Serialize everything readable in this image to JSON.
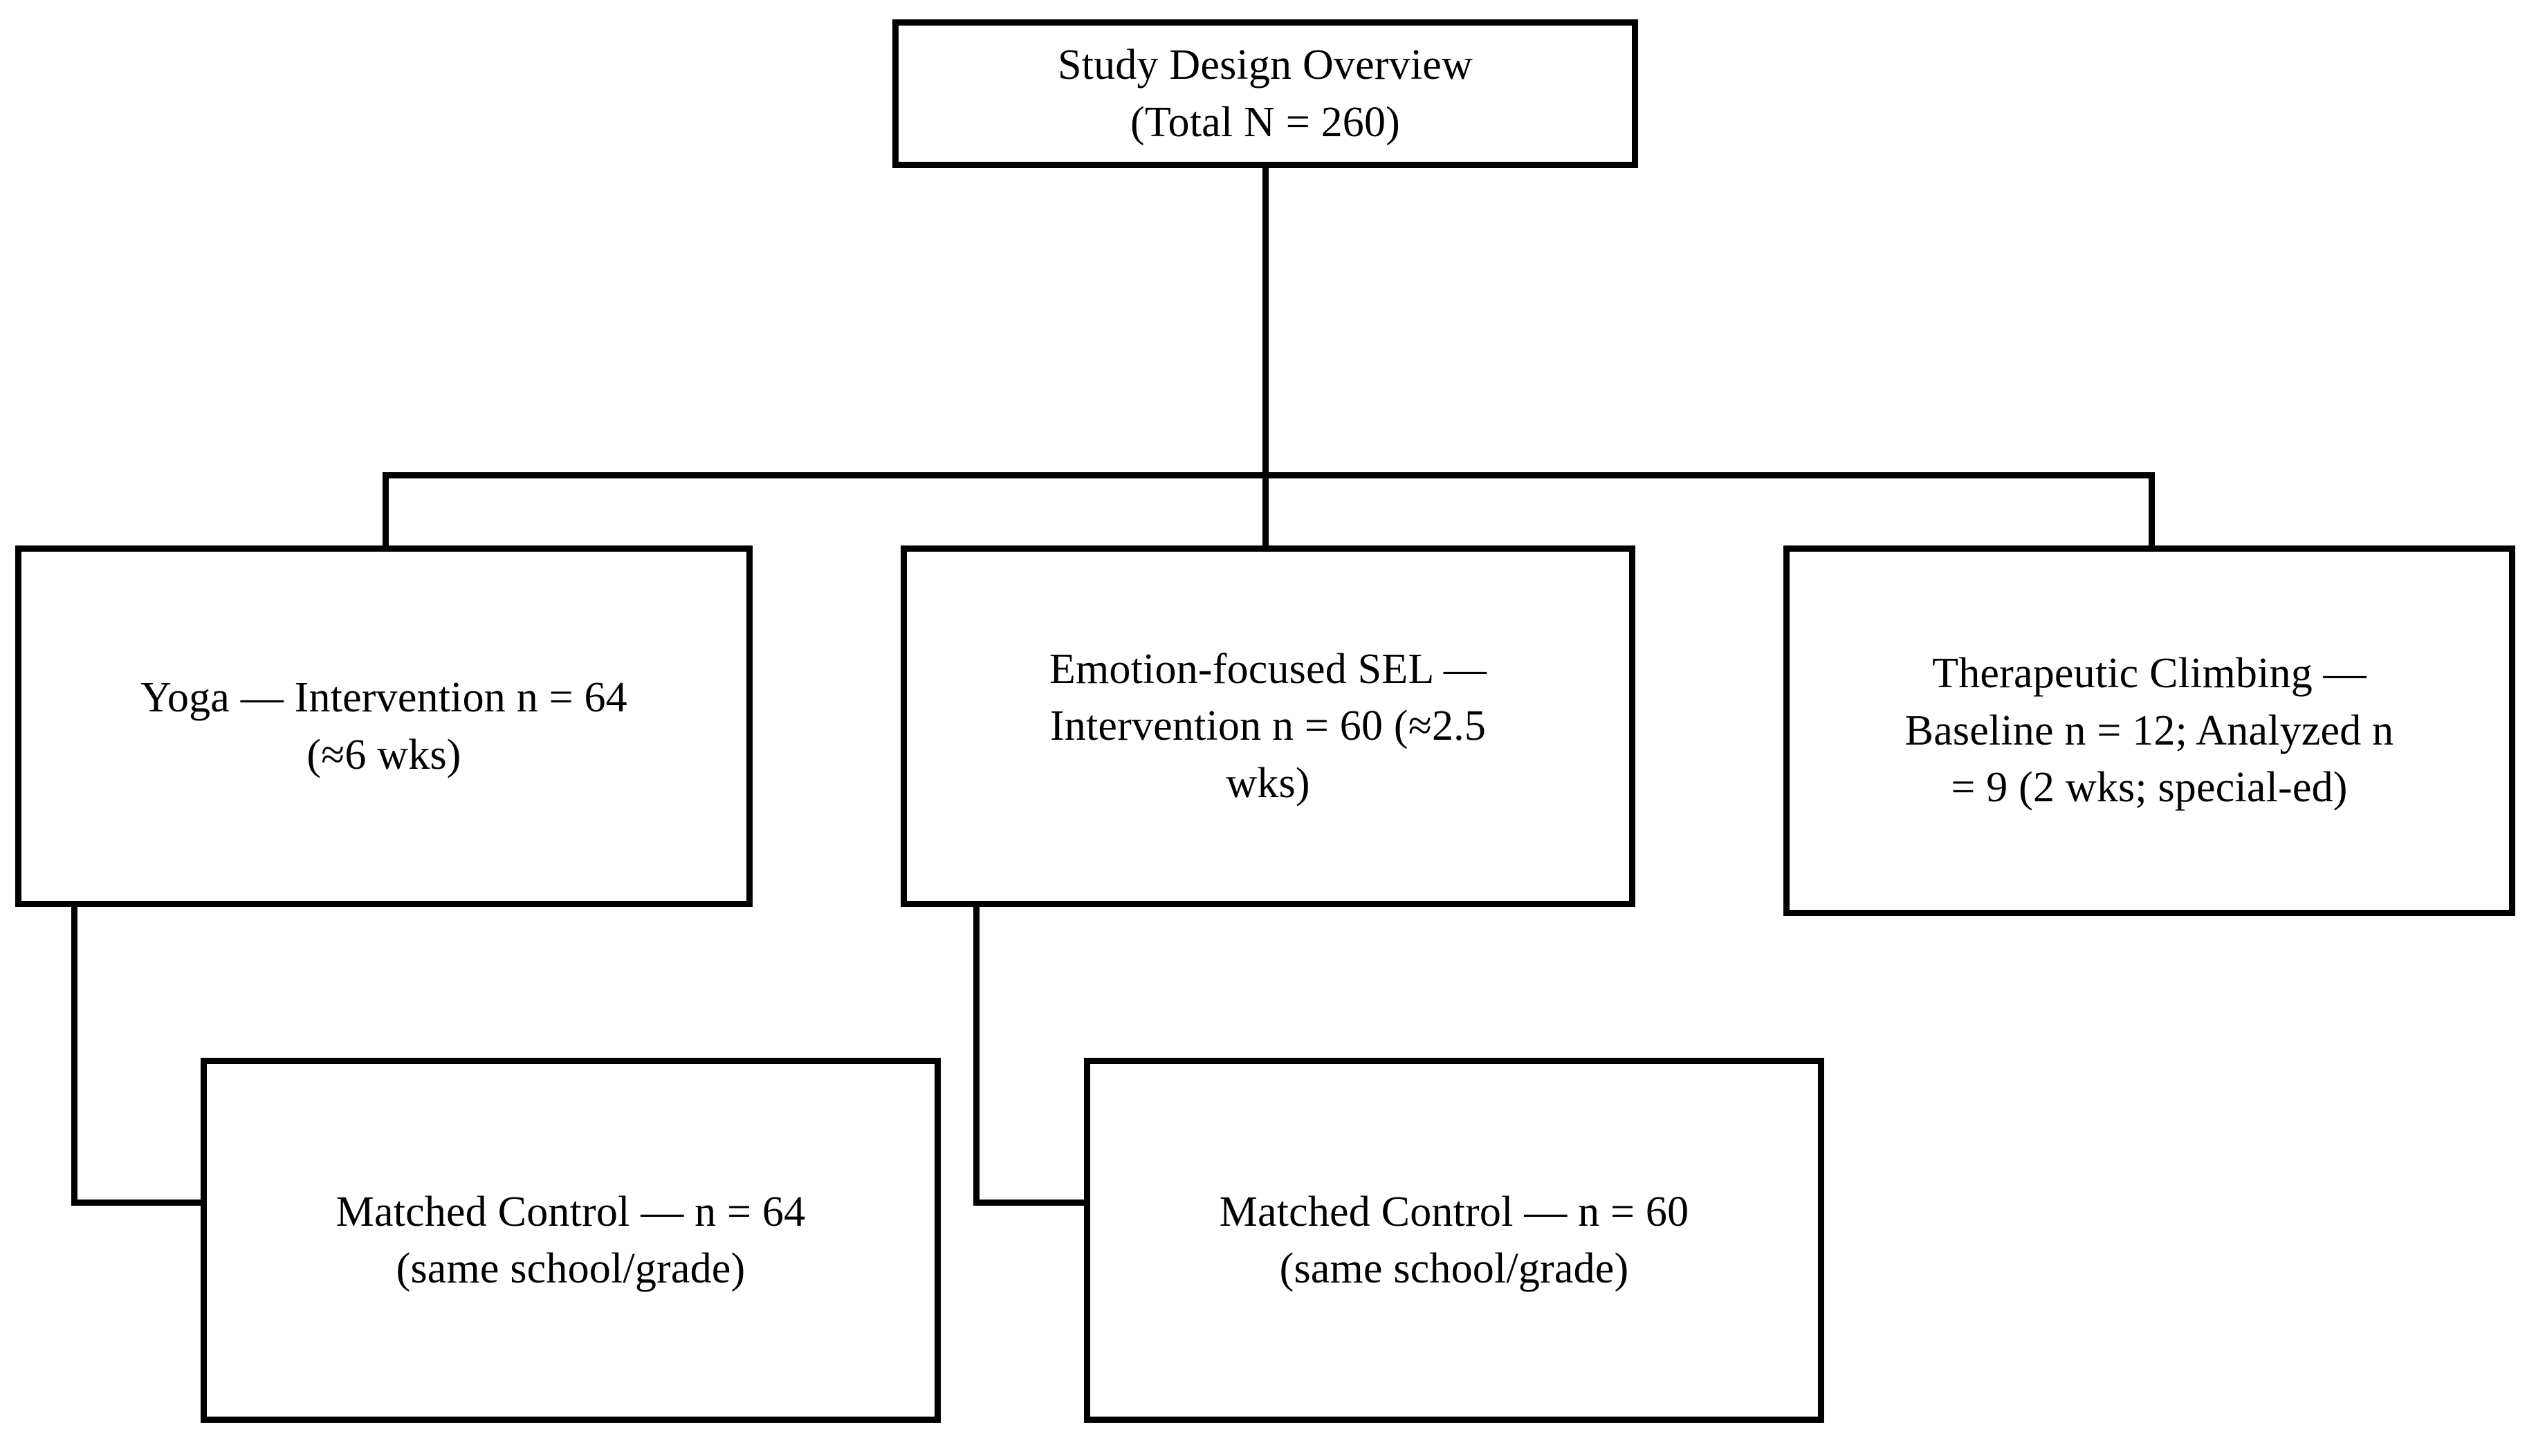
{
  "diagram": {
    "title": "Study Design Overview",
    "type": "flowchart",
    "orientation": "top-down",
    "background_color": "#ffffff",
    "line_color": "#000000",
    "text_color": "#000000"
  },
  "nodes": {
    "root": {
      "id": "study-design-overview",
      "label": "Study Design Overview\n(Total N = 260)",
      "total_n": 260
    },
    "arm_yoga": {
      "id": "yoga-intervention",
      "label": "Yoga — Intervention n = 64\n(≈6 wks)",
      "arm": "Yoga",
      "n": 64,
      "duration": "≈6 wks"
    },
    "arm_sel": {
      "id": "emotion-focused-sel-intervention",
      "label": "Emotion-focused SEL —\nIntervention n = 60 (≈2.5\nwks)",
      "arm": "Emotion-focused SEL",
      "n": 60,
      "duration": "≈2.5 wks"
    },
    "arm_climbing": {
      "id": "therapeutic-climbing",
      "label": "Therapeutic Climbing —\nBaseline n = 12; Analyzed n\n= 9 (2 wks; special-ed)",
      "arm": "Therapeutic Climbing",
      "baseline_n": 12,
      "analyzed_n": 9,
      "duration": "2 wks",
      "setting": "special-ed"
    },
    "control_yoga": {
      "id": "matched-control-yoga",
      "label": "Matched Control — n = 64\n(same school/grade)",
      "n": 64,
      "matching": "same school/grade"
    },
    "control_sel": {
      "id": "matched-control-sel",
      "label": "Matched Control — n = 60\n(same school/grade)",
      "n": 60,
      "matching": "same school/grade"
    }
  },
  "edges": [
    {
      "from": "study-design-overview",
      "to": "yoga-intervention"
    },
    {
      "from": "study-design-overview",
      "to": "emotion-focused-sel-intervention"
    },
    {
      "from": "study-design-overview",
      "to": "therapeutic-climbing"
    },
    {
      "from": "yoga-intervention",
      "to": "matched-control-yoga"
    },
    {
      "from": "emotion-focused-sel-intervention",
      "to": "matched-control-sel"
    }
  ]
}
